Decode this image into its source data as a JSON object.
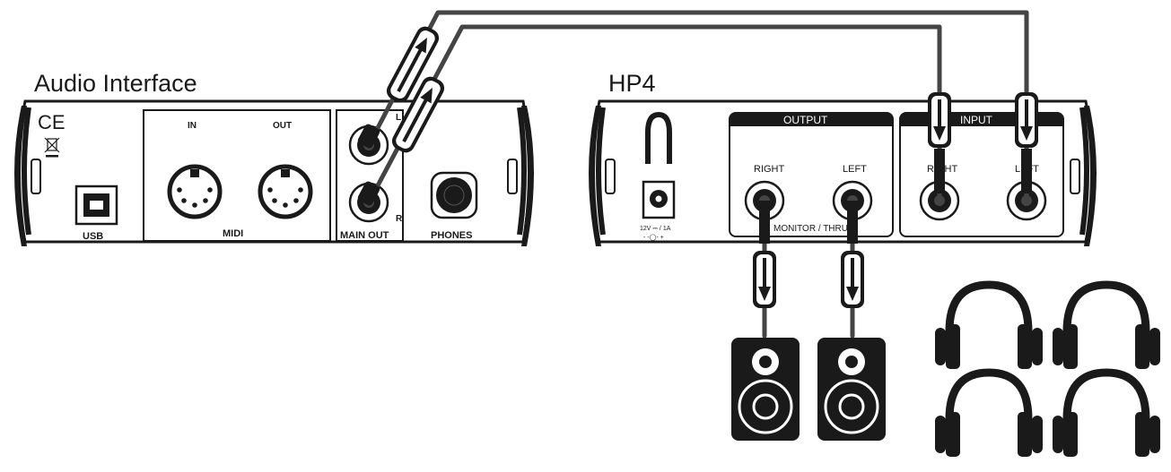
{
  "colors": {
    "ink": "#1a1a1a",
    "cable": "#444444",
    "background": "#ffffff"
  },
  "audio_interface": {
    "title": "Audio Interface",
    "ce_mark": "CE",
    "usb_label": "USB",
    "midi_in_label": "IN",
    "midi_out_label": "OUT",
    "midi_label": "MIDI",
    "left_marker": "L",
    "right_marker": "R",
    "main_out_label": "MAIN OUT",
    "phones_label": "PHONES"
  },
  "hp4": {
    "title": "HP4",
    "output_label": "OUTPUT",
    "input_label": "INPUT",
    "output_right_label": "RIGHT",
    "output_left_label": "LEFT",
    "input_right_label": "RIGHT",
    "input_left_label": "LEFT",
    "monitor_thru_label": "MONITOR / THRU",
    "power_rating": "12V ⎓ / 1A",
    "polarity": "- -◯- +"
  },
  "icons": [
    "ce-mark-icon",
    "weee-bin-icon",
    "usb-port-icon",
    "midi-port-icon",
    "jack-icon",
    "speaker-icon",
    "headphones-icon",
    "cable-arrow-icon"
  ]
}
